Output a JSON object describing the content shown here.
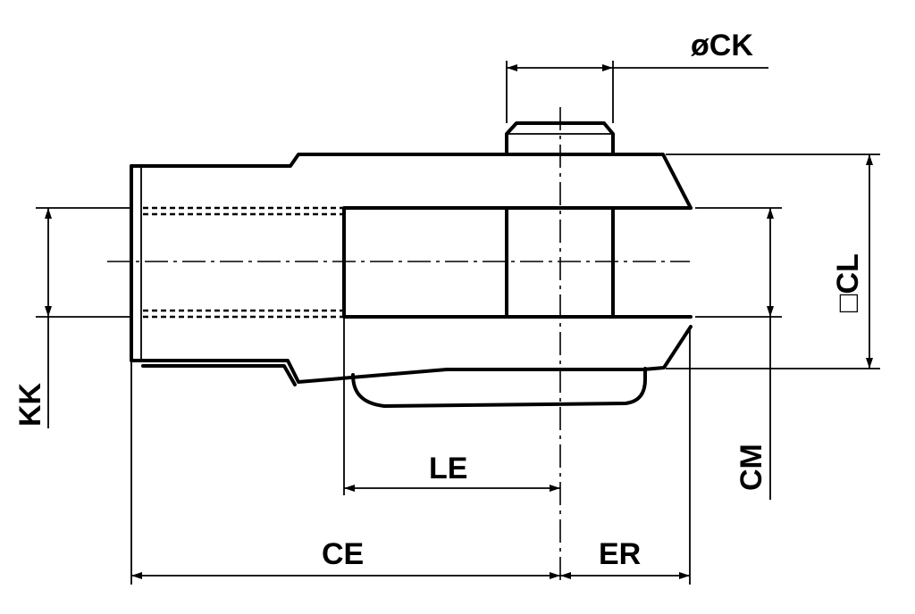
{
  "labels": {
    "ck": "øCK",
    "cl": "□CL",
    "kk": "KK",
    "cm": "CM",
    "le": "LE",
    "ce": "CE",
    "er": "ER"
  },
  "colors": {
    "line": "#000000",
    "background": "#ffffff"
  }
}
